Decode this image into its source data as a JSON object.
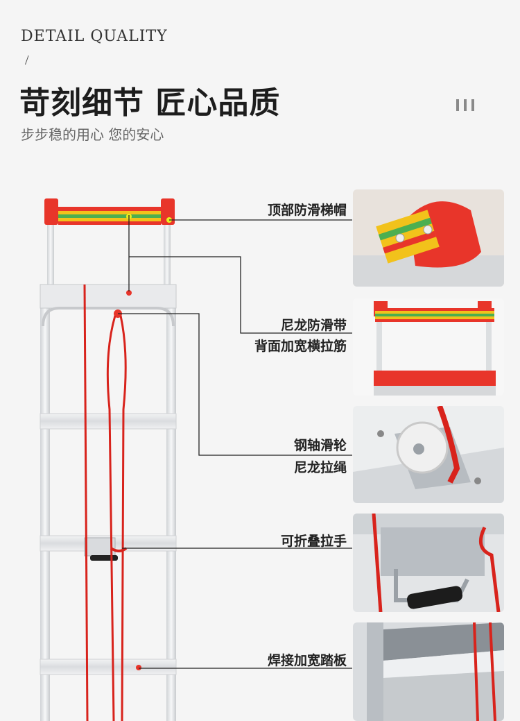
{
  "header": {
    "eyebrow": "DETAIL QUALITY",
    "slash": "/",
    "headline": "苛刻细节 匠心品质",
    "subline": "步步稳的用心 您的安心"
  },
  "features": [
    {
      "label": "顶部防滑梯帽",
      "icon": "ladder-cap-photo"
    },
    {
      "label": "尼龙防滑带",
      "label2": "背面加宽横拉筋",
      "icon": "nylon-strap-photo"
    },
    {
      "label": "钢轴滑轮",
      "label2": "尼龙拉绳",
      "icon": "pulley-photo"
    },
    {
      "label": "可折叠拉手",
      "icon": "folding-handle-photo"
    },
    {
      "label": "焊接加宽踏板",
      "icon": "welded-step-photo"
    }
  ],
  "colors": {
    "accent_red": "#e8352a",
    "aluminum": "#e4e6e8",
    "text_dark": "#1d1d1d",
    "text_gray": "#666666"
  }
}
